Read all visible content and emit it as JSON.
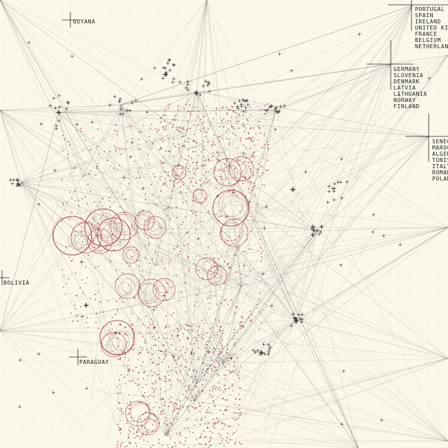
{
  "map": {
    "colors": {
      "background": "#fbf8ea",
      "grid_dot": "#d9d6c6",
      "flow_line": "#555555",
      "marker": "#222222",
      "circle": "#9b1c2c",
      "dot": "#8a1020"
    },
    "country_labels": {
      "guyana": "GUYANA",
      "bolivia": "BOLIVIA",
      "paraguay": "PARAGUAY"
    },
    "destination_groups": [
      [
        "PORTUGAL",
        "SPAIN",
        "IRELAND",
        "UNITED KINGDOM",
        "FRANCE",
        "BELGIUM",
        "NETHERLANDS"
      ],
      [
        "GERMANY",
        "SLOVENIA",
        "DENMARK",
        "LATVIA",
        "LITHUANIA",
        "NORWAY",
        "FINLAND"
      ],
      [
        "SENEGAL",
        "MAROC",
        "ALGERIA",
        "TUNISIA",
        "ITALY",
        "ROMANIA",
        "POLAND"
      ]
    ]
  }
}
